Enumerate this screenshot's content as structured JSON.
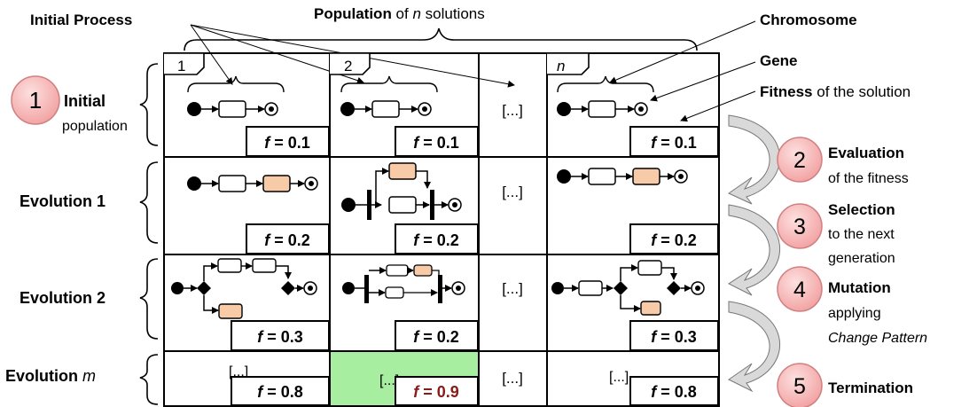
{
  "top": {
    "initial_process": "Initial Process",
    "population_bold": "Population",
    "population_of": " of ",
    "population_n": "n",
    "population_rest": " solutions"
  },
  "annotations": {
    "chromosome": "Chromosome",
    "gene": "Gene",
    "fitness_bold": "Fitness",
    "fitness_rest": " of  the solution"
  },
  "columns": [
    "1",
    "2",
    "[...]",
    "n"
  ],
  "ellipsis": "[...]",
  "inner_ellipsis": "[...]",
  "rows": [
    {
      "label": "Initial",
      "label2": "population",
      "num": "1",
      "fitness": [
        "f = 0.1",
        "f = 0.1",
        "f = 0.1"
      ]
    },
    {
      "label": "Evolution 1",
      "fitness": [
        "f = 0.2",
        "f = 0.2",
        "f = 0.2"
      ]
    },
    {
      "label": "Evolution 2",
      "fitness": [
        "f = 0.3",
        "f = 0.2",
        "f = 0.3"
      ]
    },
    {
      "label": "Evolution ",
      "label_m": "m",
      "fitness": [
        "f = 0.8",
        "f = 0.9",
        "f = 0.8"
      ]
    }
  ],
  "steps": [
    {
      "num": "2",
      "title": "Evaluation",
      "lines": [
        "of the fitness"
      ]
    },
    {
      "num": "3",
      "title": "Selection",
      "lines": [
        "to the next",
        "generation"
      ]
    },
    {
      "num": "4",
      "title": "Mutation",
      "lines": [
        "applying",
        "Change Pattern"
      ]
    },
    {
      "num": "5",
      "title": "Termination",
      "lines": []
    }
  ],
  "colors": {
    "gene_fill_changed": "#f7cba8",
    "best_cell": "#a8eea0",
    "best_fitness_text": "#8b1a1a",
    "step_circle": "#f7b5b5",
    "arrow_fill": "#d9d9d9"
  },
  "icons": [
    "start-node-icon",
    "end-node-icon",
    "decision-diamond-icon",
    "fork-bar-icon"
  ]
}
